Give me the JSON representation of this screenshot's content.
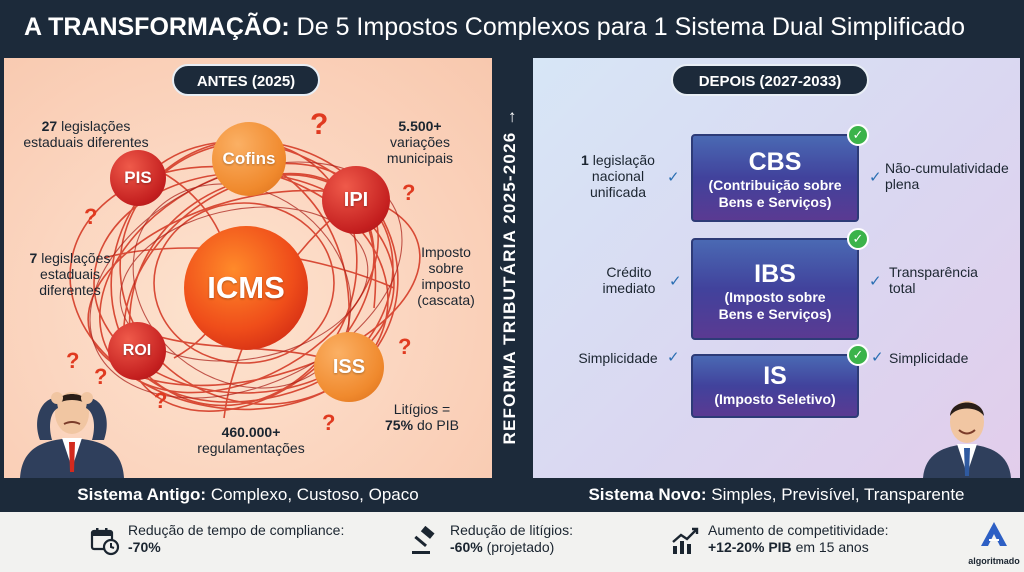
{
  "title": {
    "bold": "A TRANSFORMAÇÃO:",
    "rest": "De 5 Impostos Complexos para 1 Sistema Dual Simplificado"
  },
  "left": {
    "pill": "ANTES (2025)",
    "labels": {
      "l1_num": "27",
      "l1_text": "legislações estaduais diferentes",
      "l2_num": "7",
      "l2_text": "legislações estaduais diferentes",
      "l3_num": "5.500+",
      "l3_text": "variações municipais",
      "l4": "Imposto sobre imposto (cascata)",
      "l5_a": "Litígios =",
      "l5_num": "75%",
      "l5_b": "do PIB",
      "l6_num": "460.000+",
      "l6_text": "regulamentações"
    },
    "taxes": {
      "pis": "PIS",
      "cofins": "Cofins",
      "ipi": "IPI",
      "icms": "ICMS",
      "roi": "ROI",
      "iss": "ISS"
    },
    "footer": {
      "bold": "Sistema Antigo:",
      "rest": "Complexo, Custoso, Opaco"
    }
  },
  "divider": "REFORMA TRIBUTÁRIA 2025-2026 →",
  "right": {
    "pill": "DEPOIS (2027-2033)",
    "boxes": [
      {
        "abbr": "CBS",
        "full": "(Contribuição sobre Bens e Serviços)"
      },
      {
        "abbr": "IBS",
        "full": "(Imposto sobre Bens e Serviços)"
      },
      {
        "abbr": "IS",
        "full": "(Imposto Seletivo)"
      }
    ],
    "left_labels": {
      "a_num": "1",
      "a_text": "legislação nacional unificada",
      "b": "Crédito imediato",
      "c": "Simplicidade"
    },
    "right_labels": {
      "a": "Não-cumulatividade plena",
      "b": "Transparência total",
      "c": "Simplicidade"
    },
    "footer": {
      "bold": "Sistema Novo:",
      "rest": "Simples, Previsível, Transparente"
    }
  },
  "metrics": [
    {
      "label": "Redução de tempo de compliance:",
      "value": "-70%",
      "icon": "calendar-clock-icon"
    },
    {
      "label": "Redução de litígios:",
      "value": "-60%",
      "value_rest": "(projetado)",
      "icon": "gavel-icon"
    },
    {
      "label": "Aumento de competitividade:",
      "value": "+12-20% PIB",
      "value_rest": "em 15 anos",
      "icon": "growth-chart-icon"
    }
  ],
  "brand": "algoritmado",
  "colors": {
    "dark": "#1c2a3a",
    "red": "#c41f1f",
    "orange": "#f08a2e",
    "blue_box": "#41429c",
    "check_green": "#3bb34a",
    "tick_blue": "#2b6fb3"
  }
}
